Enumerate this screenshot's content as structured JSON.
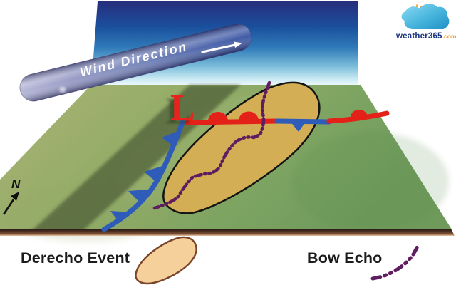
{
  "branding": {
    "site_name": "weather365",
    "site_tld": ".com",
    "icons": [
      "sun-icon",
      "cloud-icon"
    ]
  },
  "scene": {
    "wind_label": "Wind Direction",
    "low_pressure_symbol": "L",
    "compass_label": "N",
    "features": {
      "stationary_front": "alternating red warm-front segments (semicircles) and blue cold-front segments (triangles)",
      "cold_front": "blue line with triangles trailing to the southwest",
      "derecho_region": "tan egg-shaped outline on ground plane",
      "bow_echo_line": "purple dash-dot meandering line crossing the region"
    }
  },
  "legend": {
    "derecho_label": "Derecho Event",
    "bow_echo_label": "Bow Echo"
  },
  "colors": {
    "warm_front_red": "#e32119",
    "cold_front_blue": "#2e5cb8",
    "bow_echo_purple": "#5f1c60",
    "derecho_region_fill": "#d3ae55",
    "legend_blob_fill": "#f6d09a",
    "legend_blob_stroke": "#7a452a",
    "sky_top": "#262e7c",
    "sky_bottom": "#eef9fb",
    "ground_green": "#8aa765",
    "ground_edge_brown": "#4a2e20",
    "wind_tube_blue": "#3a5aa6",
    "logo_navy": "#16337e",
    "logo_orange": "#f7941d"
  }
}
